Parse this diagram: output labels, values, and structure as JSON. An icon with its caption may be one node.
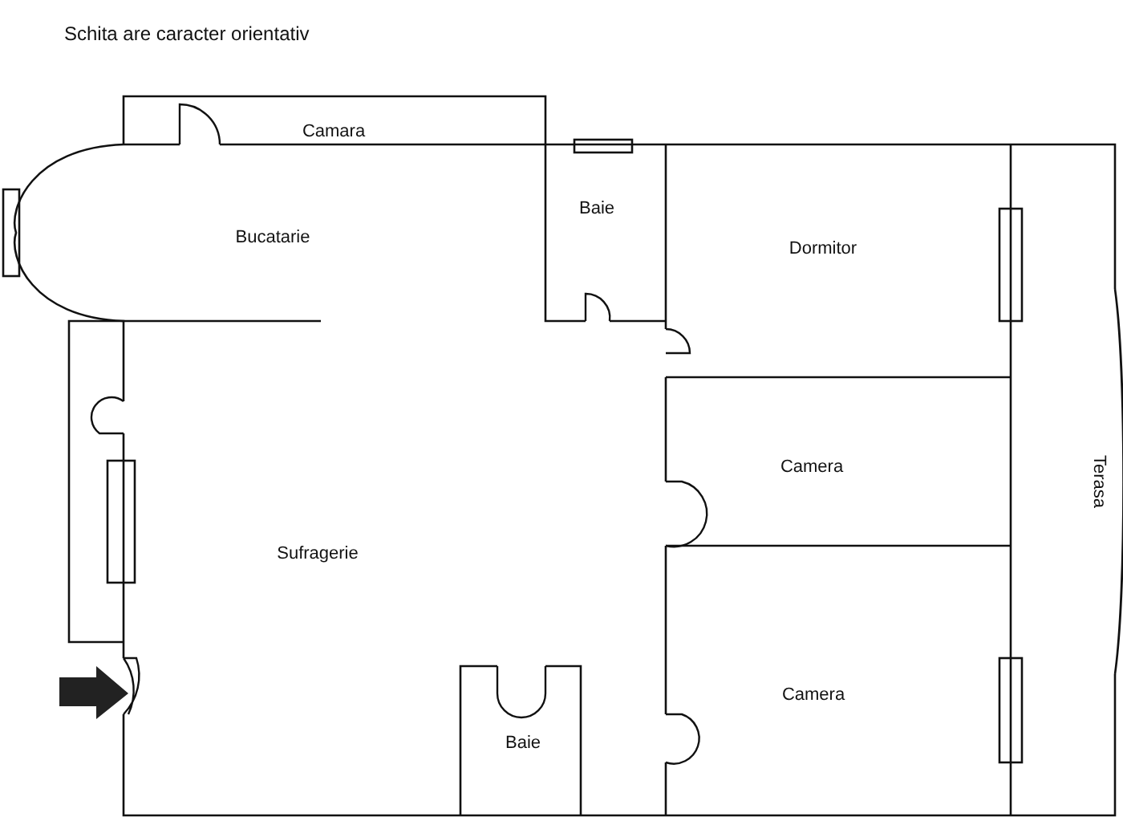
{
  "diagram": {
    "title": "Schita are caracter orientativ",
    "labels": [
      "Camara",
      "Bucatarie",
      "Baie",
      "Dormitor",
      "Camera",
      "Terasa",
      "Sufragerie",
      "Baie",
      "Camera"
    ]
  }
}
